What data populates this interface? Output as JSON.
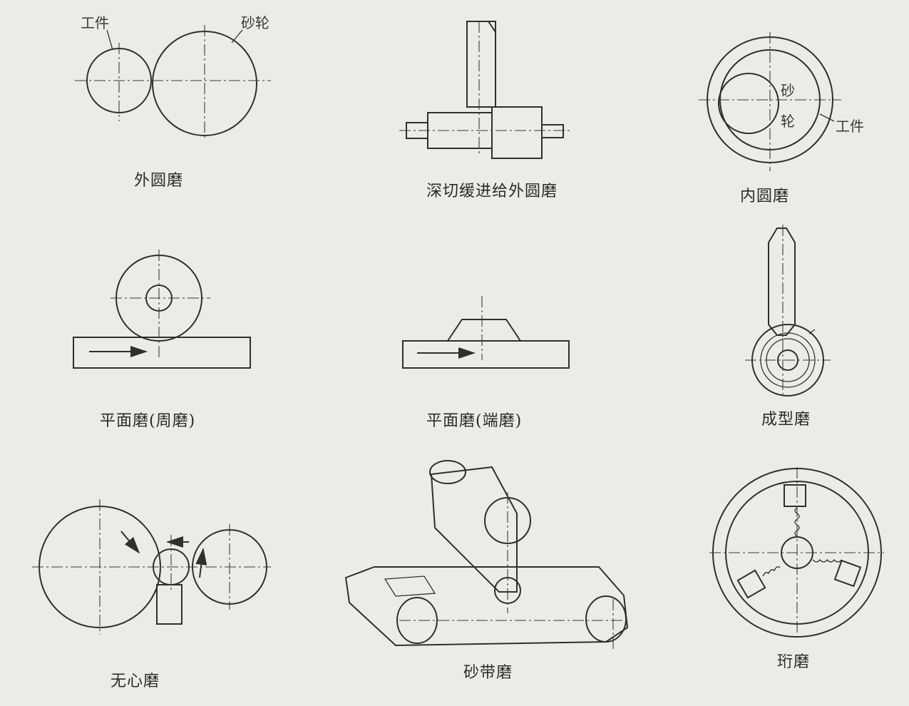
{
  "labels": {
    "workpiece": "工件",
    "wheel": "砂轮",
    "wheel_part1": "砂",
    "wheel_part2": "轮",
    "workpiece_internal": "工件"
  },
  "captions": {
    "cylindrical": "外圆磨",
    "creep_feed": "深切缓进给外圆磨",
    "internal": "内圆磨",
    "surface_peripheral": "平面磨(周磨)",
    "surface_face": "平面磨(端磨)",
    "form": "成型磨",
    "centerless": "无心磨",
    "belt": "砂带磨",
    "honing": "珩磨"
  }
}
